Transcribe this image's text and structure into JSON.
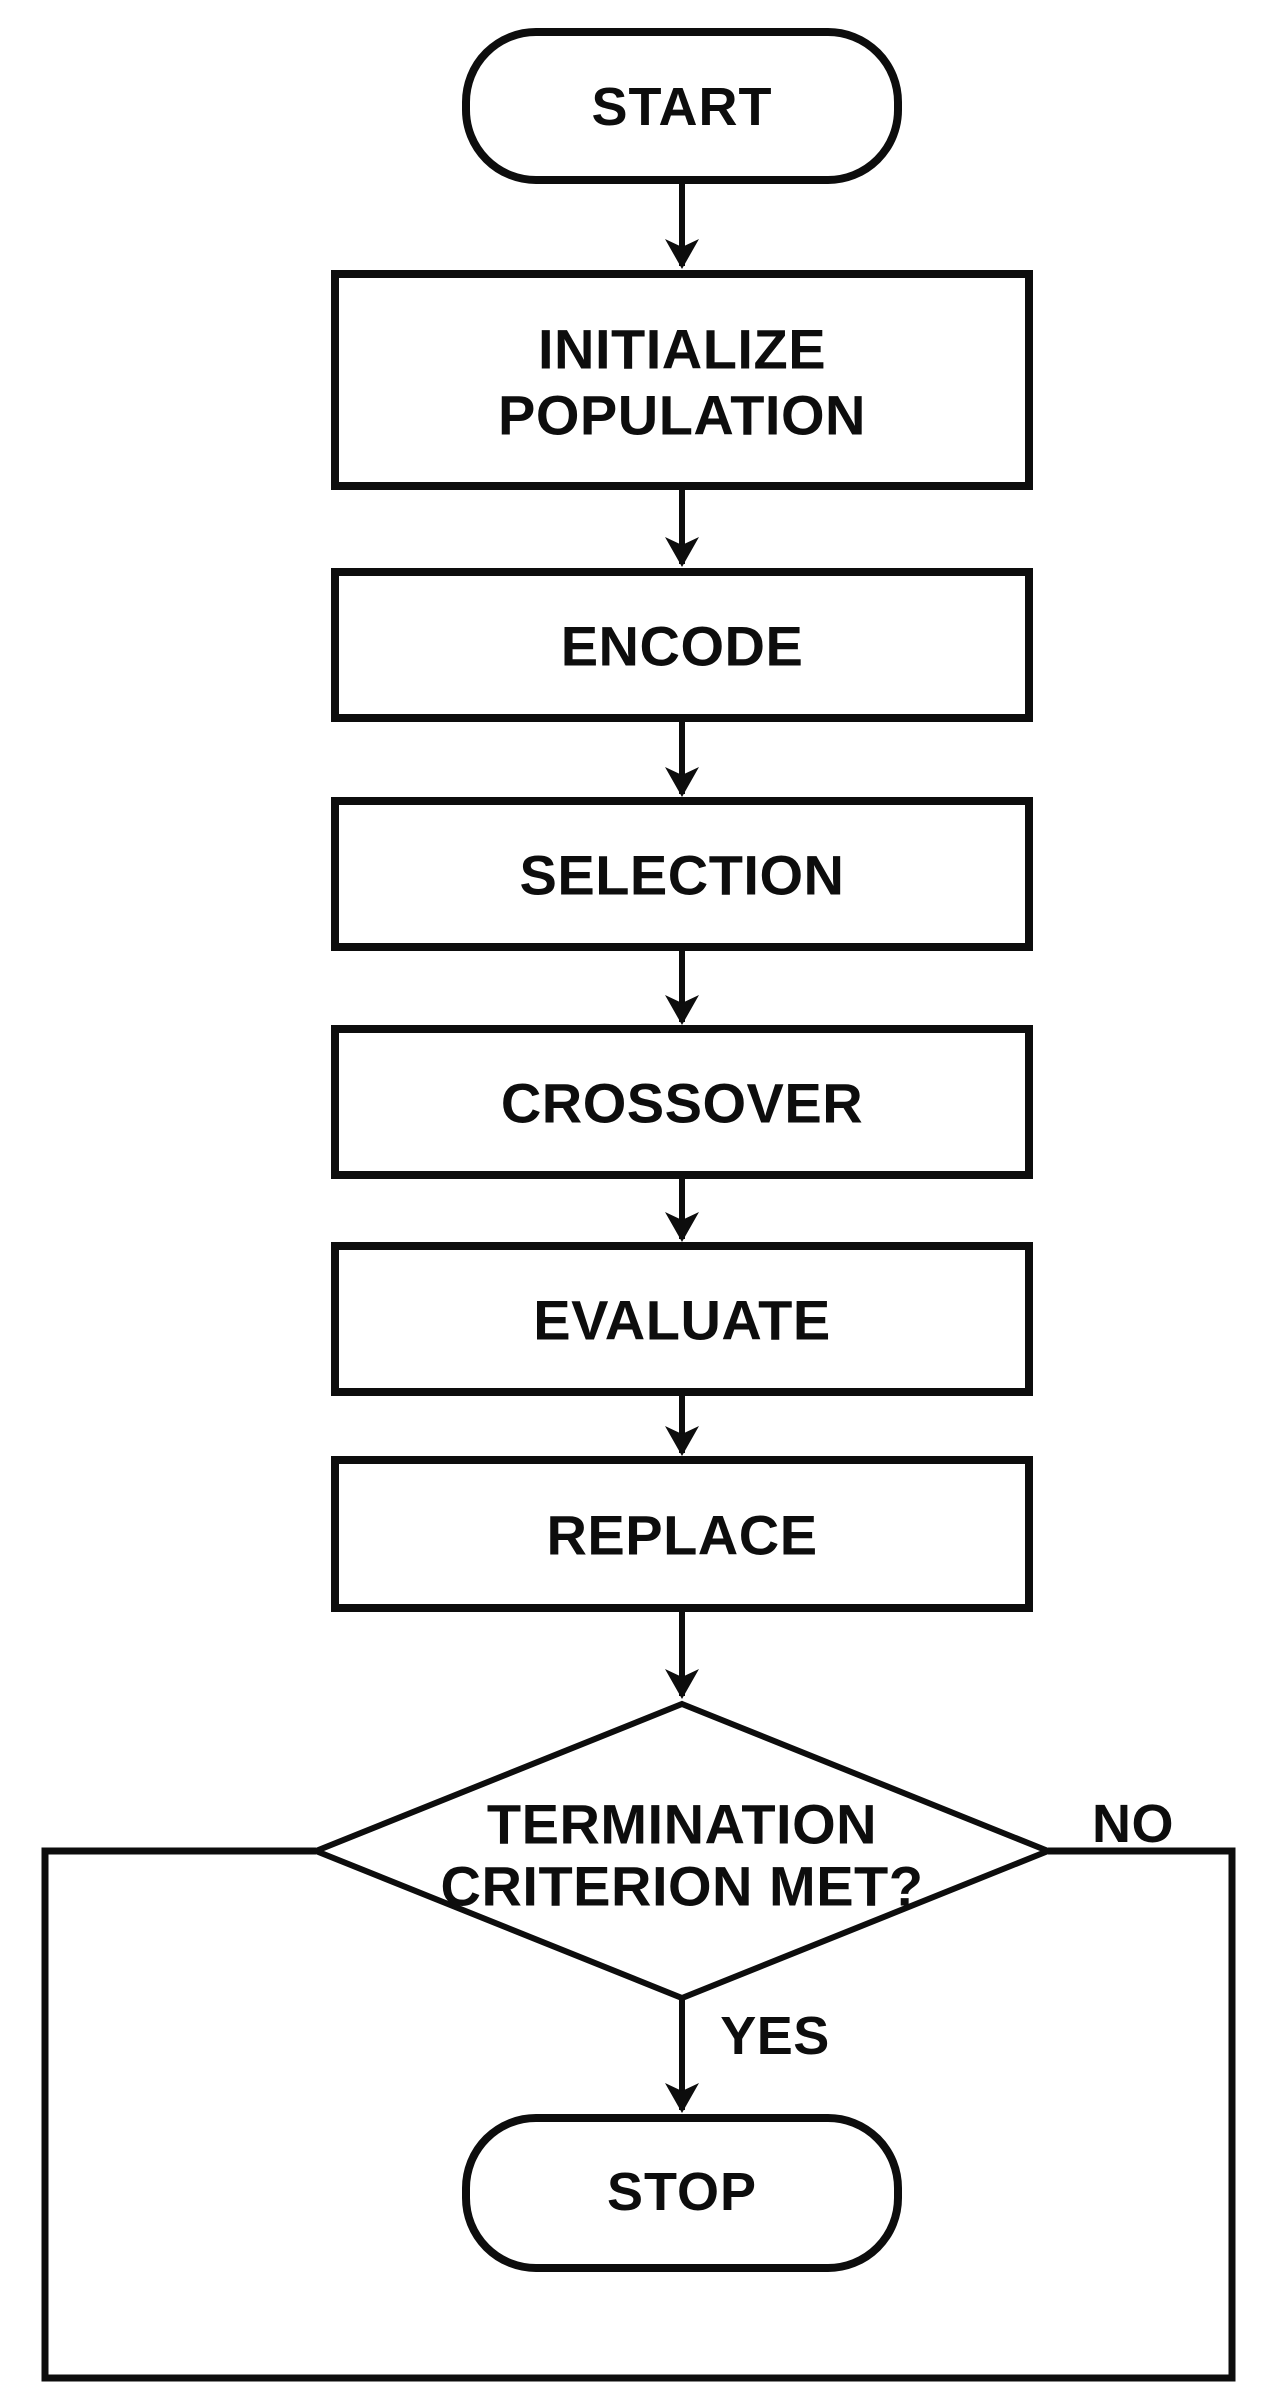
{
  "canvas": {
    "background": "#ffffff",
    "ink": "#0d0d0d"
  },
  "nodes": {
    "start": {
      "label": "START",
      "type": "terminator"
    },
    "initialize": {
      "line1": "INITIALIZE",
      "line2": "POPULATION",
      "type": "process"
    },
    "encode": {
      "label": "ENCODE",
      "type": "process"
    },
    "selection": {
      "label": "SELECTION",
      "type": "process"
    },
    "crossover": {
      "label": "CROSSOVER",
      "type": "process"
    },
    "evaluate": {
      "label": "EVALUATE",
      "type": "process"
    },
    "replace": {
      "label": "REPLACE",
      "type": "process"
    },
    "decision": {
      "line1": "TERMINATION",
      "line2": "CRITERION MET?",
      "type": "decision"
    },
    "stop": {
      "label": "STOP",
      "type": "terminator"
    }
  },
  "branch_labels": {
    "yes": "YES",
    "no": "NO"
  }
}
